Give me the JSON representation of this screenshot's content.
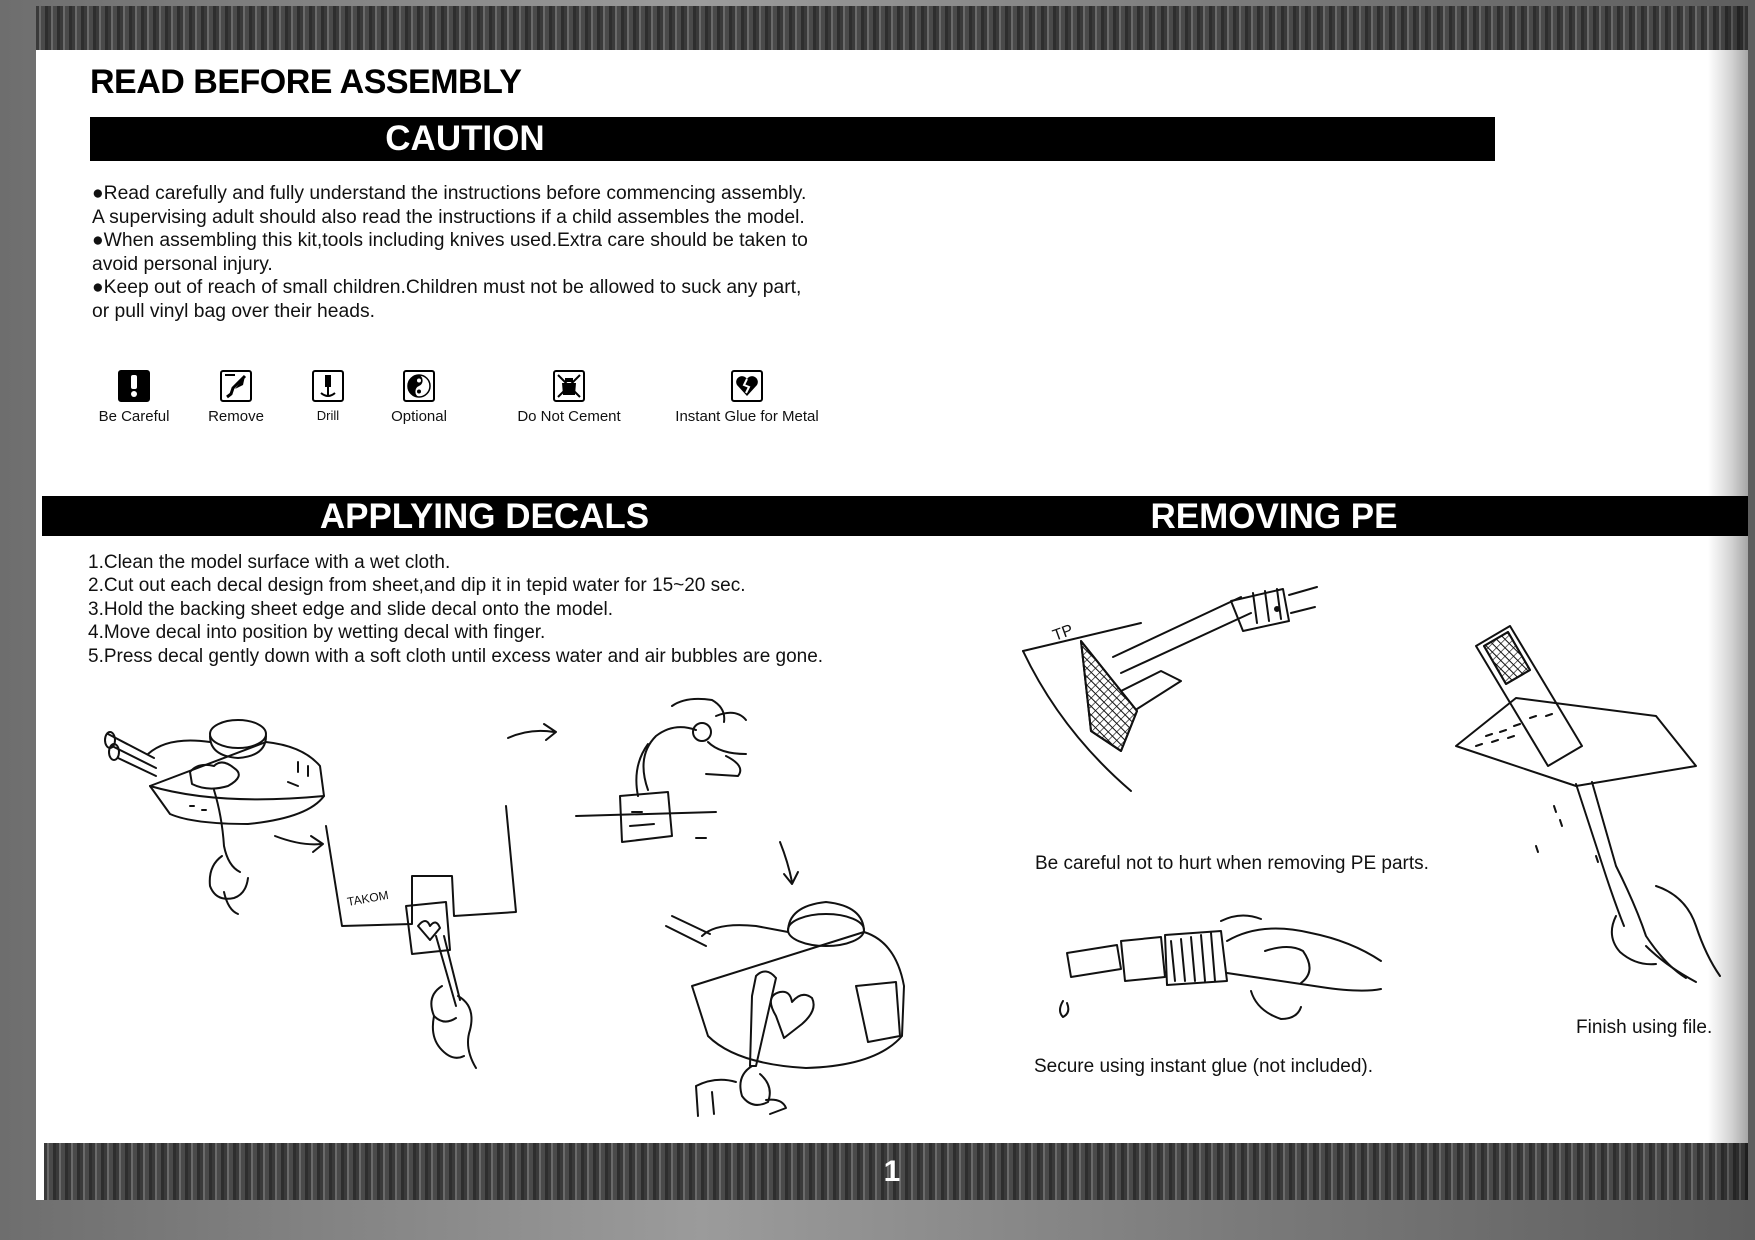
{
  "header": {
    "title": "READ BEFORE ASSEMBLY",
    "caution_bar": "CAUTION"
  },
  "caution": {
    "bullets": [
      "●Read carefully and fully understand the instructions before commencing assembly.",
      "A supervising adult should also read the instructions if a child assembles the model.",
      "●When assembling this kit,tools including knives used.Extra care should be taken to",
      "avoid personal injury.",
      "●Keep out of reach of small children.Children must not be allowed to suck any part,",
      "or pull vinyl bag over their heads."
    ]
  },
  "symbols": [
    {
      "label": "Be Careful",
      "icon": "exclamation-icon"
    },
    {
      "label": "Remove",
      "icon": "knife-icon"
    },
    {
      "label": "Drill",
      "icon": "drill-icon"
    },
    {
      "label": "Optional",
      "icon": "yin-yang-icon"
    },
    {
      "label": "Do Not Cement",
      "icon": "no-cement-icon"
    },
    {
      "label": "Instant Glue for Metal",
      "icon": "broken-heart-icon"
    }
  ],
  "decals": {
    "heading": "APPLYING DECALS",
    "steps": [
      "1.Clean the model surface with a wet cloth.",
      "2.Cut out each decal design from sheet,and dip it in tepid water for 15~20 sec.",
      "3.Hold the backing sheet edge and slide decal onto the model.",
      "4.Move decal into position by wetting decal with finger.",
      "5.Press decal gently down with a soft cloth until excess water and air bubbles are gone."
    ],
    "sheet_label": "TAKOM"
  },
  "pe": {
    "heading": "REMOVING PE",
    "fret_label": "TP",
    "captions": {
      "careful": "Be careful not to hurt when removing PE parts.",
      "glue": "Secure using instant glue (not included).",
      "file": "Finish using file."
    }
  },
  "footer": {
    "page_number": "1"
  },
  "colors": {
    "bar_background": "#000000",
    "bar_text": "#ffffff",
    "page": "#ffffff",
    "scan_edge": "#5e5e5e"
  }
}
